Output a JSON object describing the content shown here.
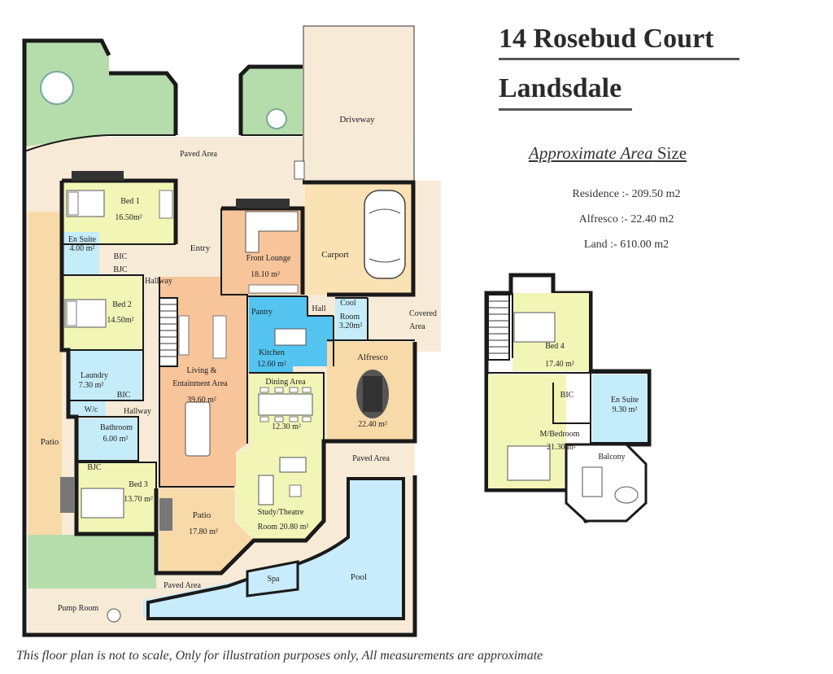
{
  "header": {
    "title_line1": "14 Rosebud Court",
    "title_line2": "Landsdale"
  },
  "area_summary": {
    "heading_italic": "Approximate Area",
    "heading_plain": " Size",
    "residence": "Residence :- 209.50 m2",
    "alfresco": "Alfresco :- 22.40 m2",
    "land": "Land :- 610.00 m2"
  },
  "footer": {
    "disclaimer": "This floor plan is not to scale, Only for illustration purposes only, All measurements are approximate"
  },
  "ground_floor": {
    "paved_area_top": "Paved Area",
    "driveway": "Driveway",
    "bed1_name": "Bed 1",
    "bed1_size": "16.50m²",
    "ensuite_name": "En Suite",
    "ensuite_size": "4.00 m²",
    "bic1": "BIC",
    "bic2": "BJC",
    "entry": "Entry",
    "hallway1": "Hallway",
    "front_lounge_name": "Front Lounge",
    "front_lounge_size": "18.10 m²",
    "carport": "Carport",
    "bed2_name": "Bed 2",
    "bed2_size": "14.50m²",
    "pantry": "Pantry",
    "hall": "Hall",
    "cool_room_name": "Cool",
    "cool_room_name2": "Room",
    "cool_room_size": "3.20m²",
    "covered_area1": "Covered",
    "covered_area2": "Area",
    "kitchen_name": "Kitchen",
    "kitchen_size": "12.60 m²",
    "alfresco_name": "Alfresco",
    "alfresco_size": "22.40 m²",
    "laundry_name": "Laundry",
    "laundry_size": "7.30 m²",
    "living_name1": "Living &",
    "living_name2": "Entainment Area",
    "living_size": "39.60 m²",
    "dining_name": "Dining Area",
    "dining_size": "12.30 m²",
    "bic3": "BIC",
    "wc": "W/c",
    "hallway2": "Hallway",
    "bathroom_name": "Bathroom",
    "bathroom_size": "6.00 m²",
    "patio_left": "Patio",
    "paved_area_mid": "Paved Area",
    "bjc_bed3": "BJC",
    "bed3_name": "Bed 3",
    "bed3_size": "13.70 m²",
    "patio2_name": "Patio",
    "patio2_size": "17.80 m²",
    "study_name": "Study/Theatre",
    "study_size": "Room 20.80 m²",
    "spa": "Spa",
    "pool": "Pool",
    "paved_area_bottom": "Paved Area",
    "pump_room": "Pump Room"
  },
  "upper_floor": {
    "bed4_name": "Bed 4",
    "bed4_size": "17.40 m²",
    "bic": "BIC",
    "ensuite_name": "En Suite",
    "ensuite_size": "9.30 m²",
    "mbed_name": "M/Bedroom",
    "mbed_size": "21.30 m²",
    "balcony": "Balcony"
  },
  "colors": {
    "bedroom": "#f1f6b7",
    "wet_area": "#c5ecf9",
    "kitchen": "#53c4f0",
    "living": "#f8c49a",
    "patio": "#f8d9a8",
    "paving": "#f7ead7",
    "garden": "#b5ddab",
    "pool": "#c8ecfb",
    "carport": "#fbe2b4",
    "title_text": "#2b2b2b"
  }
}
